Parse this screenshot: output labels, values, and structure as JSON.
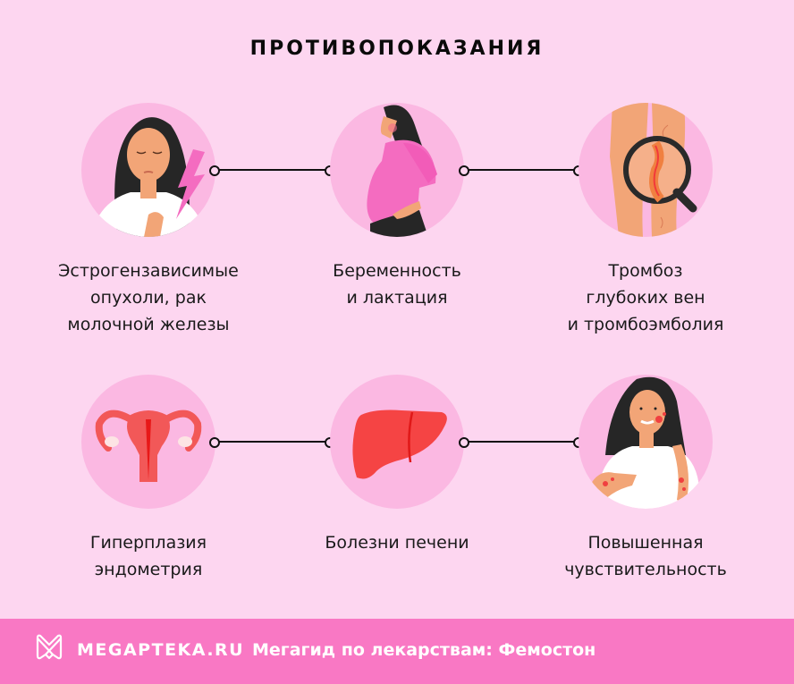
{
  "title": "ПРОТИВОПОКАЗАНИЯ",
  "items": [
    {
      "label": "Эстрогензависимые\nопухоли, рак\nмолочной железы",
      "icon": "woman-pain-icon"
    },
    {
      "label": "Беременность\nи лактация",
      "icon": "pregnant-woman-icon"
    },
    {
      "label": "Тромбоз\nглубоких вен\nи тромбоэмболия",
      "icon": "leg-thrombosis-magnifier-icon"
    },
    {
      "label": "Гиперплазия\nэндометрия",
      "icon": "uterus-icon"
    },
    {
      "label": "Болезни печени",
      "icon": "liver-icon"
    },
    {
      "label": "Повышенная\nчувствительность",
      "icon": "allergic-rash-woman-icon"
    }
  ],
  "footer": {
    "brand": "MEGAPTEKA.RU",
    "tagline": "Мегагид по лекарствам: Фемостон",
    "logo_icon": "megapteka-m-logo-icon"
  },
  "colors": {
    "background": "#fdd6f0",
    "circle": "#fbb8e2",
    "footer": "#f978c4",
    "accent_pink": "#f46cc0",
    "organ_red": "#f54444"
  }
}
